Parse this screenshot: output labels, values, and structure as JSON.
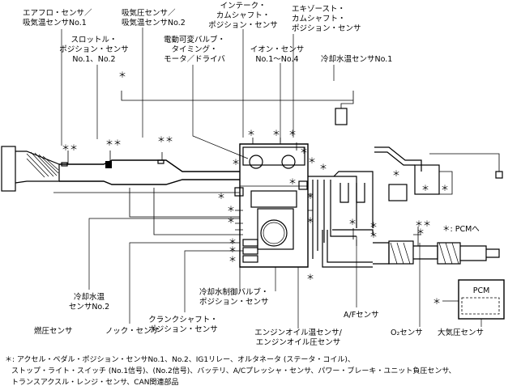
{
  "labels": {
    "airflow": [
      "エアフロ・センサ／",
      "吸気温センサNo.1"
    ],
    "map": [
      "吸気圧センサ／",
      "吸気温センサNo.2"
    ],
    "throttle": [
      "スロットル・",
      "ポジション・センサ",
      "No.1、No.2"
    ],
    "vvt": [
      "電動可変バルブ・",
      "タイミング・",
      "モータ／ドライバ"
    ],
    "intake_cam": [
      "インテーク・",
      "カムシャフト・",
      "ポジション・センサ"
    ],
    "exhaust_cam": [
      "エキゾースト・",
      "カムシャフト・",
      "ポジション・センサ"
    ],
    "ion": [
      "イオン・センサ",
      "No.1～No.4"
    ],
    "coolant1": "冷却水温センサNo.1",
    "pcm_note": "＊: PCMへ",
    "coolant2": [
      "冷却水温",
      "センサNo.2"
    ],
    "coolant_valve": [
      "冷却水制御バルブ・",
      "ポジション・センサ"
    ],
    "crank": [
      "クランクシャフト・",
      "ポジション・センサ"
    ],
    "fuel_pressure": "燃圧センサ",
    "knock": "ノック・センサ",
    "oil_temp": [
      "エンジンオイル温センサ/",
      "エンジンオイル圧センサ"
    ],
    "af": "A/Fセンサ",
    "o2": "O₂センサ",
    "baro": "大気圧センサ",
    "pcm": "PCM",
    "pcm_star": "＊"
  },
  "footnote": [
    "＊: アクセル・ペダル・ポジション・センサNo.1、No.2、IG1リレー、オルタネータ (ステータ・コイル)、",
    "ストップ・ライト・スイッチ (No.1信号)、(No.2信号)、バッテリ、A/Cプレッシャ・センサ、パワー・ブレーキ・ユニット負圧センサ、",
    "トランスアクスル・レンジ・センサ、CAN関連部品"
  ],
  "star_glyph": "＊",
  "colors": {
    "line": "#000000",
    "background": "#ffffff"
  }
}
